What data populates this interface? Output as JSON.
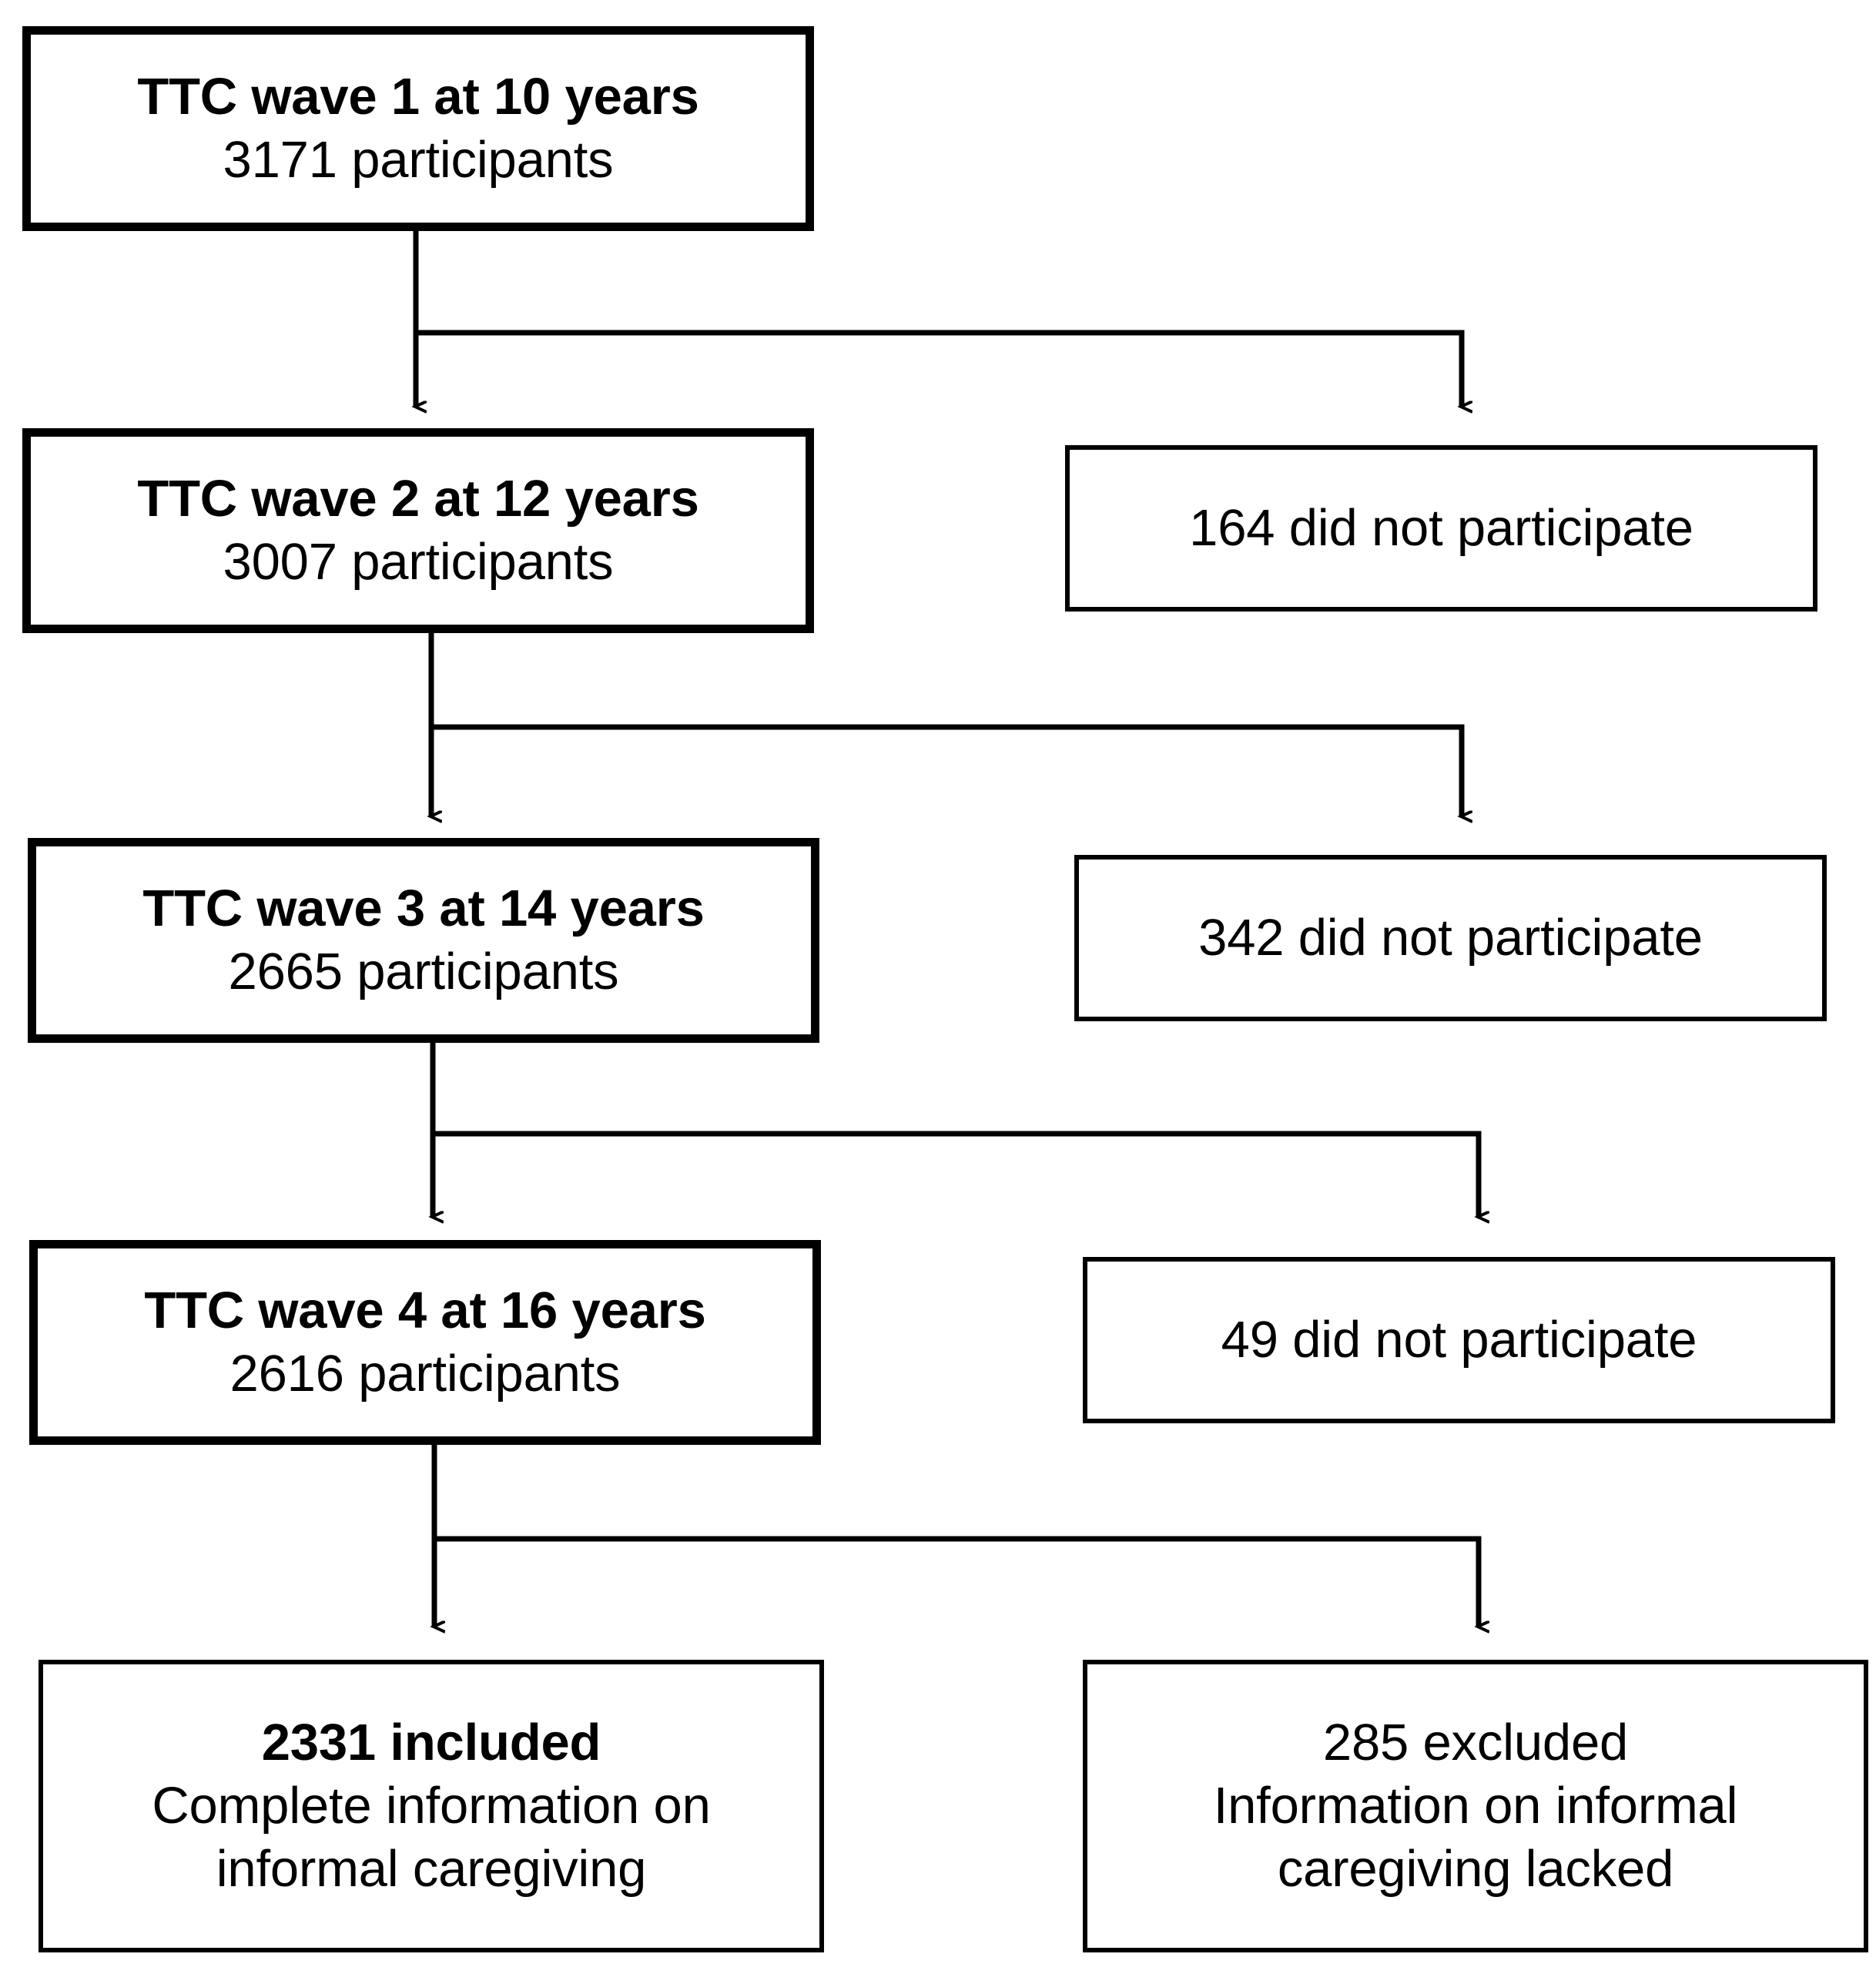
{
  "diagram": {
    "type": "participant-flow-diagram",
    "orientation": "top-to-bottom",
    "colors": {
      "background": "#ffffff",
      "stroke": "#000000",
      "text": "#000000"
    }
  },
  "nodes": {
    "wave1": {
      "title": "TTC wave 1 at 10 years",
      "count": "3171 participants",
      "emphasis": "bold-border"
    },
    "wave2": {
      "title": "TTC wave 2 at 12 years",
      "count": "3007 participants",
      "emphasis": "bold-border"
    },
    "wave3": {
      "title": "TTC wave 3 at 14 years",
      "count": "2665 participants",
      "emphasis": "bold-border"
    },
    "wave4": {
      "title": "TTC wave 4 at 16 years",
      "count": "2616 participants",
      "emphasis": "bold-border"
    },
    "dropout1": {
      "text": "164 did not participate"
    },
    "dropout2": {
      "text": "342 did not participate"
    },
    "dropout3": {
      "text": "49 did not participate"
    },
    "included": {
      "head": "2331 included",
      "line1": "Complete information on",
      "line2": "informal caregiving"
    },
    "excluded": {
      "head": "285 excluded",
      "line1": "Information on informal",
      "line2": "caregiving lacked"
    }
  },
  "edges": [
    {
      "from": "wave1",
      "to": "wave2",
      "label": ""
    },
    {
      "from": "wave1",
      "to": "dropout1",
      "label": ""
    },
    {
      "from": "wave2",
      "to": "wave3",
      "label": ""
    },
    {
      "from": "wave2",
      "to": "dropout2",
      "label": ""
    },
    {
      "from": "wave3",
      "to": "wave4",
      "label": ""
    },
    {
      "from": "wave3",
      "to": "dropout3",
      "label": ""
    },
    {
      "from": "wave4",
      "to": "included",
      "label": ""
    },
    {
      "from": "wave4",
      "to": "excluded",
      "label": ""
    }
  ]
}
